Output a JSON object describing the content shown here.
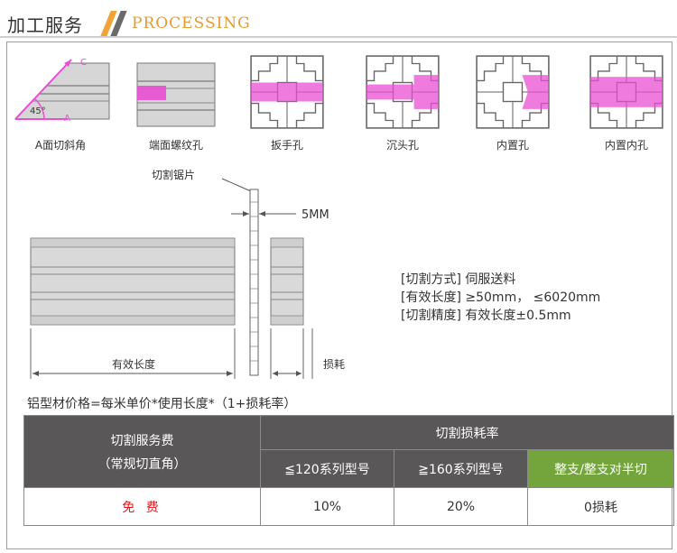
{
  "header": {
    "title": "加工服务",
    "subtitle": "PROCESSING"
  },
  "processes": [
    {
      "label": "A面切斜角",
      "marks": [
        "C",
        "45°",
        "A"
      ]
    },
    {
      "label": "端面螺纹孔"
    },
    {
      "label": "扳手孔"
    },
    {
      "label": "沉头孔"
    },
    {
      "label": "内置孔"
    },
    {
      "label": "内置内孔"
    }
  ],
  "cutting_diagram": {
    "saw_label": "切割锯片",
    "kerf_label": "5MM",
    "length_label": "有效长度",
    "loss_label": "损耗"
  },
  "specs": [
    {
      "key": "[切割方式]",
      "value": "伺服送料"
    },
    {
      "key": "[有效长度]",
      "value": "≥50mm， ≤6020mm"
    },
    {
      "key": "[切割精度]",
      "value": "有效长度±0.5mm"
    }
  ],
  "price_formula": "铝型材价格=每米单价*使用长度*（1+损耗率）",
  "price_table": {
    "service_header_line1": "切割服务费",
    "service_header_line2": "（常规切直角）",
    "loss_header": "切割损耗率",
    "columns": [
      "≦120系列型号",
      "≧160系列型号",
      "整支/整支对半切"
    ],
    "service_value": "免 费",
    "values": [
      "10%",
      "20%",
      "0损耗"
    ]
  },
  "colors": {
    "accent_orange": "#e59b2f",
    "table_header_gray": "#595757",
    "highlight_green": "#74a53d",
    "free_red": "#e0191f",
    "marking_magenta": "#e94fd3"
  }
}
